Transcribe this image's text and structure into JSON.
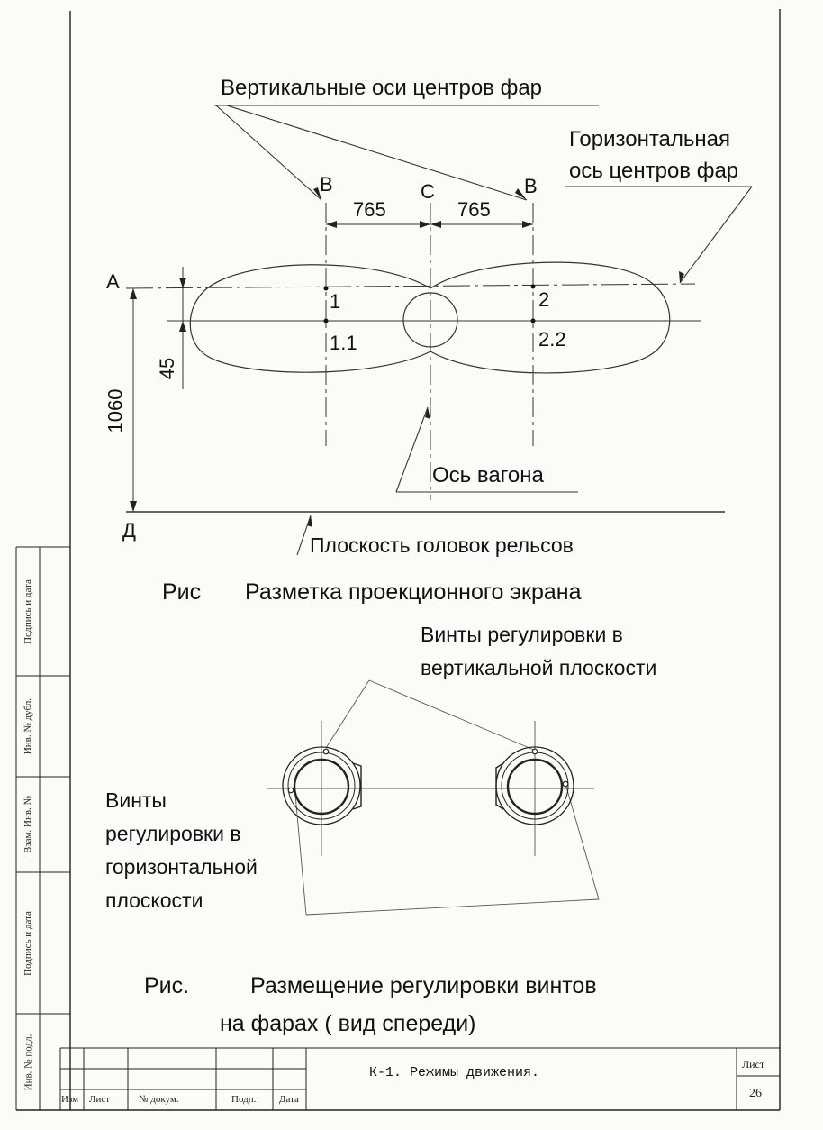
{
  "fig1": {
    "label_vertical_axes": "Вертикальные оси центров фар",
    "label_horizontal_axis_line1": "Горизонтальная",
    "label_horizontal_axis_line2": "ось центров фар",
    "letter_b_left": "В",
    "letter_c": "С",
    "letter_b_right": "В",
    "letter_a": "А",
    "letter_d": "Д",
    "dim_left": "765",
    "dim_right": "765",
    "dim_45": "45",
    "dim_1060": "1060",
    "point_1": "1",
    "point_2": "2",
    "point_11": "1.1",
    "point_22": "2.2",
    "label_car_axis": "Ось вагона",
    "label_rail_plane": "Плоскость головок рельсов",
    "caption_prefix": "Рис",
    "caption_text": "Разметка проекционного экрана"
  },
  "fig2": {
    "label_vertical_screws_line1": "Винты регулировки в",
    "label_vertical_screws_line2": "вертикальной плоскости",
    "label_horizontal_screws_line1": "Винты",
    "label_horizontal_screws_line2": "регулировки в",
    "label_horizontal_screws_line3": "горизонтальной",
    "label_horizontal_screws_line4": "плоскости",
    "caption_prefix": "Рис.",
    "caption_line1": "Размещение регулировки винтов",
    "caption_line2": "на фарах  ( вид спереди)"
  },
  "side_stamp": [
    "Подпись и дата",
    "Инв. № дубл.",
    "Взам. Инв. №",
    "Подпись и дата",
    "Инв. № подл."
  ],
  "title_block": {
    "col_izm": "Изм",
    "col_list": "Лист",
    "col_doc": "№  докум.",
    "col_sign": "Подп.",
    "col_date": "Дата",
    "doc_title": "К-1.   Режимы движения.",
    "sheet_label": "Лист",
    "sheet_number": "26"
  }
}
